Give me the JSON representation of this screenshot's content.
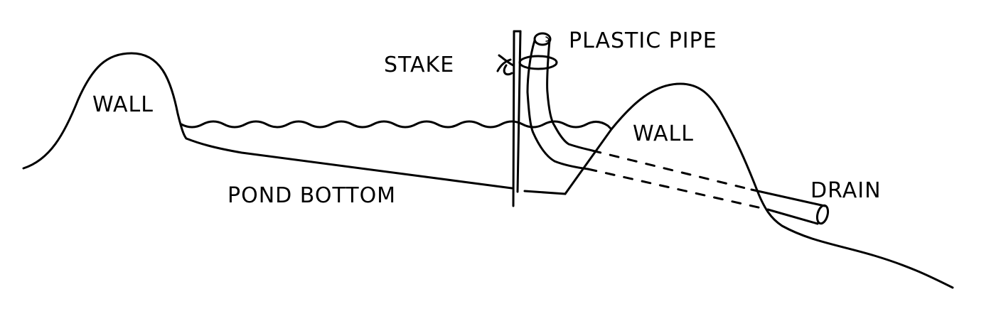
{
  "labels": {
    "wall_left": "WALL",
    "stake": "STAKE",
    "plastic_pipe": "PLASTIC PIPE",
    "wall_right": "WALL",
    "pond_bottom": "POND BOTTOM",
    "drain": "DRAIN"
  }
}
